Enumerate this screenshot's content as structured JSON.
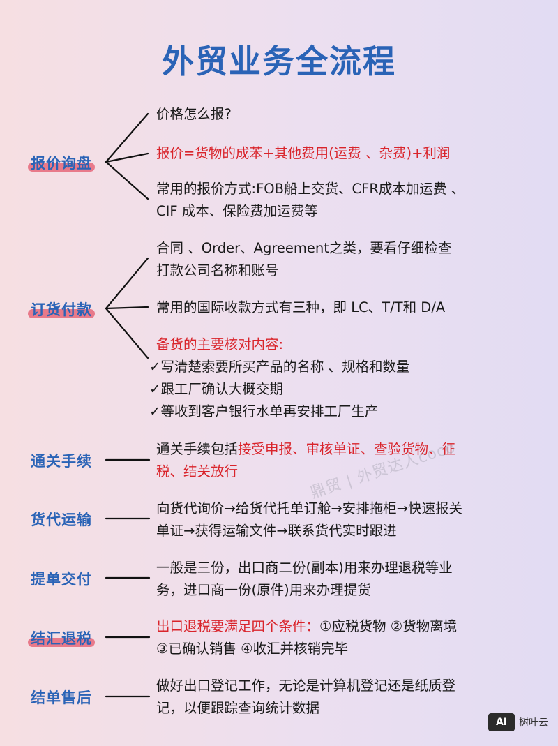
{
  "title": "外贸业务全流程",
  "categories": [
    {
      "label": "报价询盘"
    },
    {
      "label": "订货付款"
    },
    {
      "label": "通关手续"
    },
    {
      "label": "货代运输"
    },
    {
      "label": "提单交付"
    },
    {
      "label": "结汇退税"
    },
    {
      "label": "结单售后"
    }
  ],
  "quote": {
    "item1": "价格怎么报?",
    "item2": "报价=货物的成苯+其他费用(运费 、杂费)+利润",
    "item3_line1": "常用的报价方式:FOB船上交货、CFR成本加运费 、",
    "item3_line2": "CIF 成本、保险费加运费等"
  },
  "order": {
    "item1_line1": "合同 、Order、Agreement之类，要看仔细检查",
    "item1_line2": "打款公司名称和账号",
    "item2": "常用的国际收款方式有三种，即 LC、T/T和 D/A",
    "item3_title": "备货的主要核对内容:",
    "check_mark": "✓",
    "checks": [
      "写清楚索要所买产品的名称 、规格和数量",
      "跟工厂确认大概交期",
      "等收到客户银行水单再安排工厂生产"
    ]
  },
  "customs": {
    "line1_prefix": "通关手续包括",
    "line1_red": "接受申报、审核单证、查验货物、征",
    "line2_red": "税、结关放行"
  },
  "freight": {
    "line1": "向货代询价→给货代托单订舱→安排拖柜→快速报关",
    "line2": "单证→获得运输文件→联系货代实时跟进"
  },
  "bill": {
    "line1": "一般是三份，出口商二份(副本)用来办理退税等业",
    "line2": "务，进口商一份(原件)用来办理提货"
  },
  "tax": {
    "line1_red": "出口退税要满足四个条件：",
    "line1_rest": "①应税货物 ②货物离境",
    "line2": "③已确认销售 ④收汇并核销完毕"
  },
  "after": {
    "line1": "做好出口登记工作，无论是计算机登记还是纸质登",
    "line2": "记，以便跟踪查询统计数据"
  },
  "watermark": "鼎贸 | 外贸达人coco",
  "logo": {
    "box": "AI",
    "text": "树叶云"
  },
  "colors": {
    "accent_blue": "#2a63b6",
    "red": "#d9242b",
    "highlight": "#e24e64"
  }
}
